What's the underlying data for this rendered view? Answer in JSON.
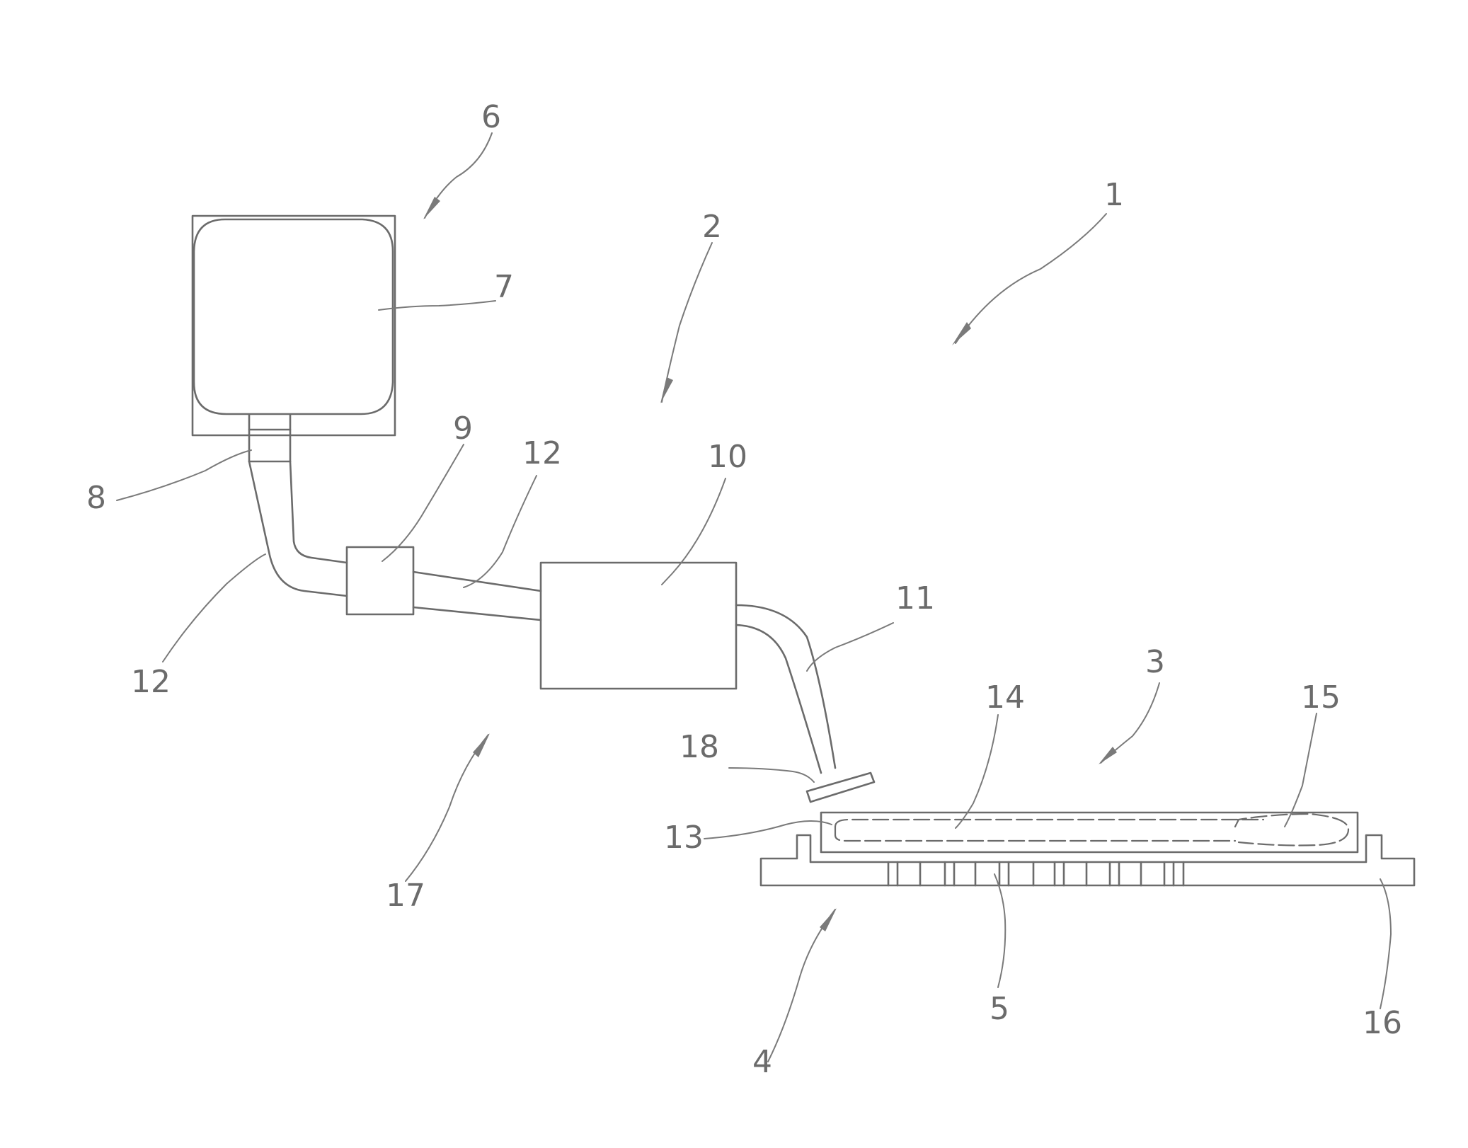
{
  "labels": {
    "n1": "1",
    "n2": "2",
    "n3": "3",
    "n4": "4",
    "n5": "5",
    "n6": "6",
    "n7": "7",
    "n8": "8",
    "n9": "9",
    "n10": "10",
    "n11": "11",
    "n12a": "12",
    "n12b": "12",
    "n13": "13",
    "n14": "14",
    "n15": "15",
    "n16": "16",
    "n17": "17",
    "n18": "18"
  }
}
